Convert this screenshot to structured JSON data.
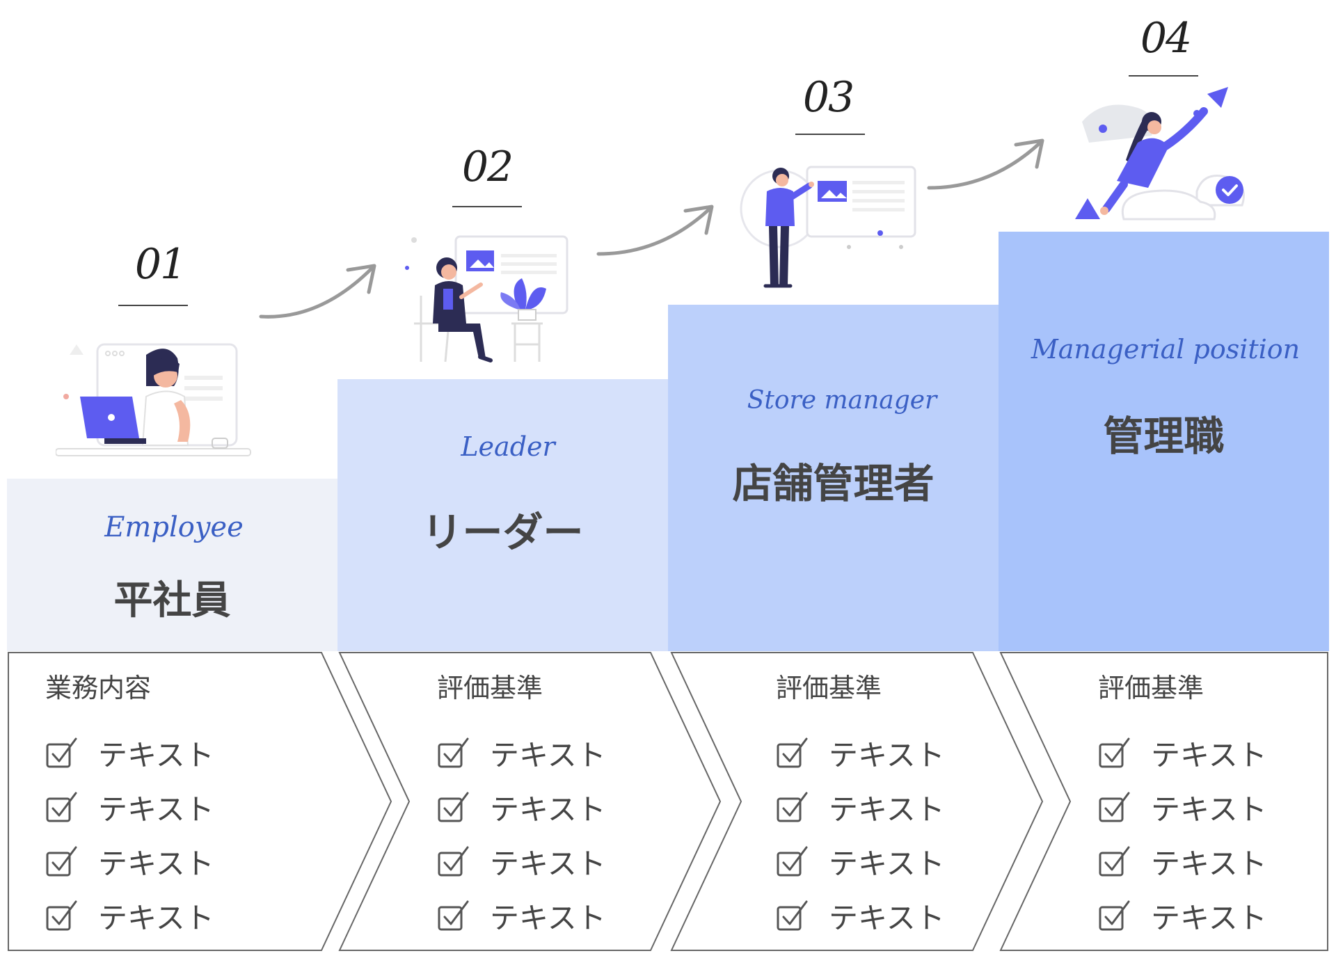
{
  "colors": {
    "step1": "#eef1f8",
    "step2": "#d6e1fb",
    "step3": "#bcd0fb",
    "step4": "#a8c3fb",
    "accent": "#5d5cf0",
    "script": "#3a5fc4"
  },
  "steps": [
    {
      "number": "01",
      "script_label": "Employee",
      "title": "平社員",
      "heading": "業務内容",
      "items": [
        "テキスト",
        "テキスト",
        "テキスト",
        "テキスト"
      ],
      "illustration": "woman-at-laptop-illustration"
    },
    {
      "number": "02",
      "script_label": "Leader",
      "title": "リーダー",
      "heading": "評価基準",
      "items": [
        "テキスト",
        "テキスト",
        "テキスト",
        "テキスト"
      ],
      "illustration": "woman-presenting-seated-illustration"
    },
    {
      "number": "03",
      "script_label": "Store manager",
      "title": "店舗管理者",
      "heading": "評価基準",
      "items": [
        "テキスト",
        "テキスト",
        "テキスト",
        "テキスト"
      ],
      "illustration": "man-presenting-board-illustration"
    },
    {
      "number": "04",
      "script_label": "Managerial position",
      "title": "管理職",
      "heading": "評価基準",
      "items": [
        "テキスト",
        "テキスト",
        "テキスト",
        "テキスト"
      ],
      "illustration": "woman-reaching-triangle-illustration"
    }
  ],
  "icons": {
    "check": "checkbox-check-icon",
    "arrow": "curved-arrow-icon"
  }
}
